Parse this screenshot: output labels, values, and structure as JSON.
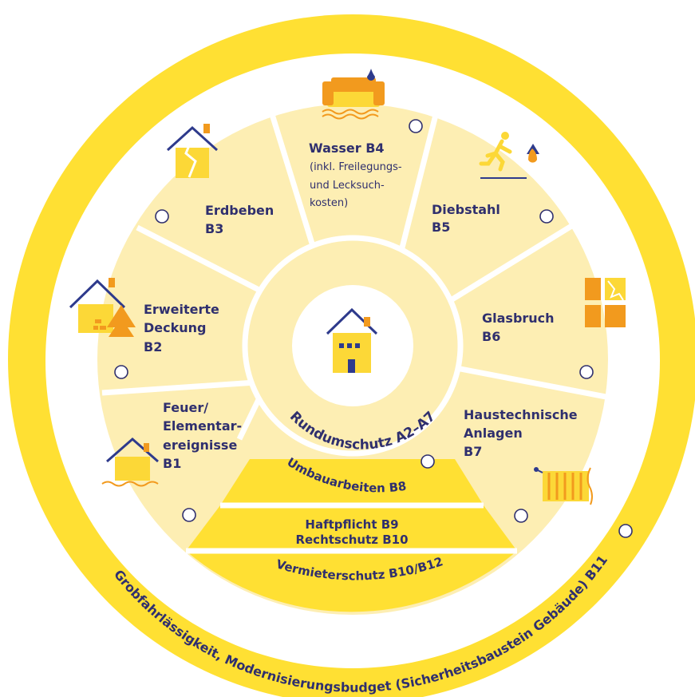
{
  "colors": {
    "outer_ring": "#ffe033",
    "segment_fill": "#fdeeb3",
    "inner_ring": "#fdeeb3",
    "band_fill": "#ffe033",
    "divider": "#ffffff",
    "text": "#2f2f6e",
    "icon_yellow": "#fcd837",
    "icon_orange": "#f29a1e",
    "icon_navy": "#2f2f6e",
    "icon_blue": "#2e3a8c"
  },
  "center": {
    "icon": "house-icon",
    "ring_label": "Rundumschutz A2–A7"
  },
  "segments": [
    {
      "id": "wasser",
      "title": "Wasser B4",
      "subtitle": [
        "(inkl. Freilegungs-",
        "und Lecksuch-",
        "kosten)"
      ],
      "icon": "water-damaged-sofa-icon"
    },
    {
      "id": "diebstahl",
      "title": "Diebstahl",
      "code": "B5",
      "icon": "burglar-running-icon"
    },
    {
      "id": "glasbruch",
      "title": "Glasbruch",
      "code": "B6",
      "icon": "broken-window-icon"
    },
    {
      "id": "haustechnik",
      "title": "Haustechnische",
      "title2": "Anlagen",
      "code": "B7",
      "icon": "radiator-icon"
    },
    {
      "id": "feuer",
      "title": "Feuer/",
      "title2": "Elementar-",
      "title3": "ereignisse",
      "code": "B1",
      "icon": "flooded-house-icon"
    },
    {
      "id": "erweitert",
      "title": "Erweiterte",
      "title2": "Deckung",
      "code": "B2",
      "icon": "house-tree-icon"
    },
    {
      "id": "erdbeben",
      "title": "Erdbeben",
      "code": "B3",
      "icon": "cracked-house-icon"
    }
  ],
  "bands": [
    {
      "id": "umbau",
      "label": "Umbauarbeiten B8"
    },
    {
      "id": "haftpflicht",
      "label": "Haftpflicht B9",
      "label2": "Rechtschutz B10"
    },
    {
      "id": "vermieter",
      "label": "Vermieterschutz B10/B12"
    }
  ],
  "outer": {
    "label": "Grobfahrlässigkeit, Modernisierungsbudget (Sicherheitsbaustein Gebäude) B11"
  }
}
